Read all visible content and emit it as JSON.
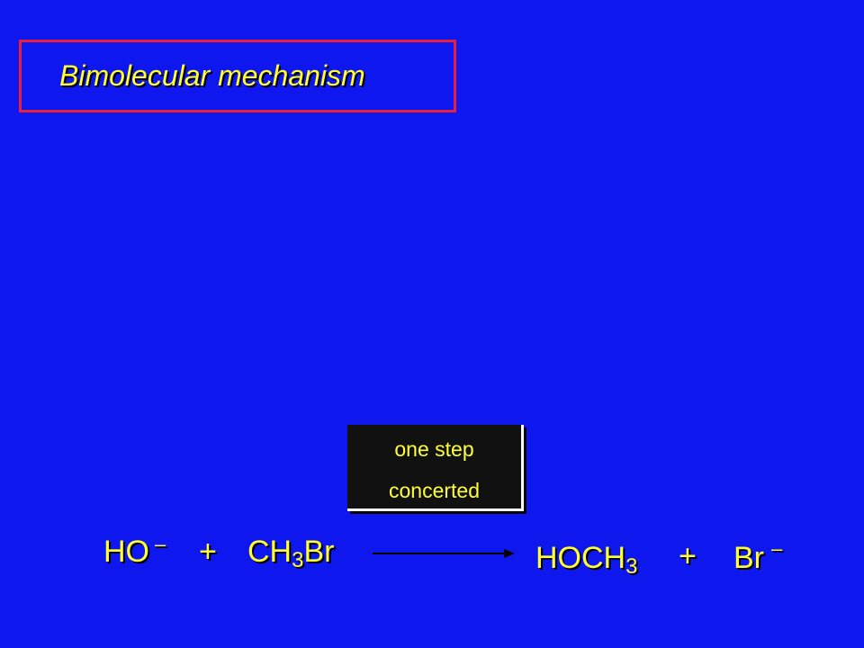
{
  "slide": {
    "title": "Bimolecular mechanism",
    "callout": {
      "line1": "one step",
      "line2": "concerted"
    },
    "reaction": {
      "reactant1": "HO",
      "reactant1_charge": "–",
      "plus1": "+",
      "reactant2_prefix": "CH",
      "reactant2_sub": "3",
      "reactant2_suffix": "Br",
      "product1_prefix": "HOCH",
      "product1_sub": "3",
      "plus2": "+",
      "product2": "Br",
      "product2_charge": "–"
    }
  },
  "colors": {
    "background": "#0f17ef",
    "text": "#ffff33",
    "title_border": "#e8203c"
  }
}
